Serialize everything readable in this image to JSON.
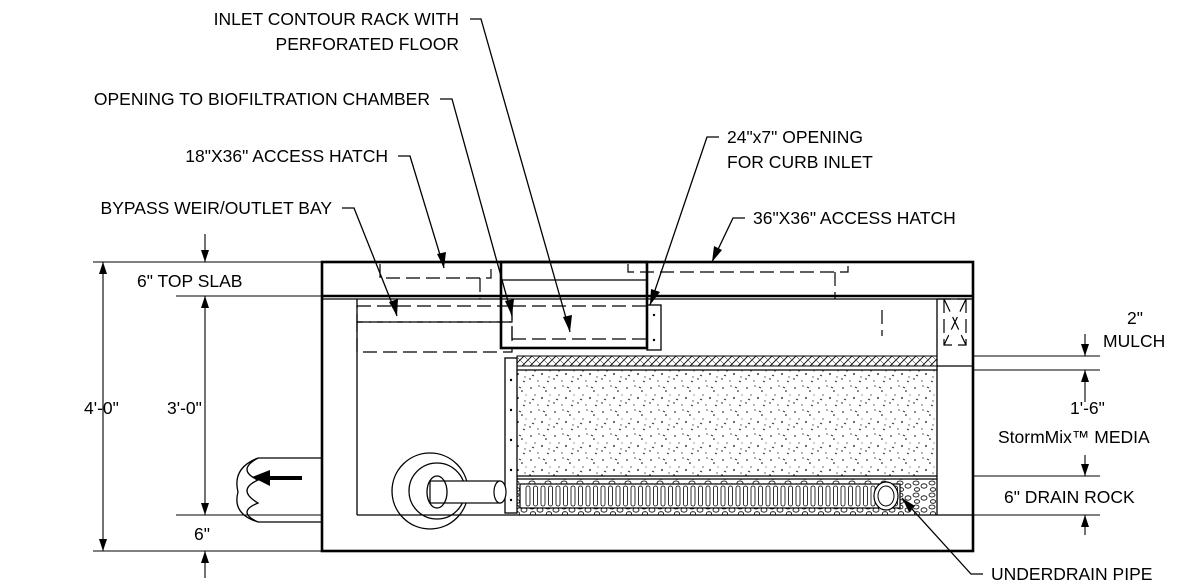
{
  "callouts": {
    "inlet_rack_line1": "INLET CONTOUR RACK WITH",
    "inlet_rack_line2": "PERFORATED FLOOR",
    "opening_biofiltration": "OPENING TO BIOFILTRATION CHAMBER",
    "access_hatch_18x36": "18\"X36\" ACCESS HATCH",
    "bypass_weir": "BYPASS WEIR/OUTLET BAY",
    "curb_opening_line1": "24\"x7\" OPENING",
    "curb_opening_line2": "FOR CURB INLET",
    "access_hatch_36x36": "36\"X36\" ACCESS HATCH",
    "underdrain_pipe": "UNDERDRAIN PIPE"
  },
  "dimensions": {
    "top_slab": "6\" TOP SLAB",
    "overall_height": "4'-0\"",
    "chamber_height": "3'-0\"",
    "bottom_slab": "6\"",
    "mulch_thickness": "2\"",
    "mulch_label": "MULCH",
    "media_thickness": "1'-6\"",
    "media_label": "StormMix™ MEDIA",
    "drain_rock": "6\" DRAIN ROCK"
  },
  "colors": {
    "line": "#000000",
    "background": "#ffffff"
  }
}
